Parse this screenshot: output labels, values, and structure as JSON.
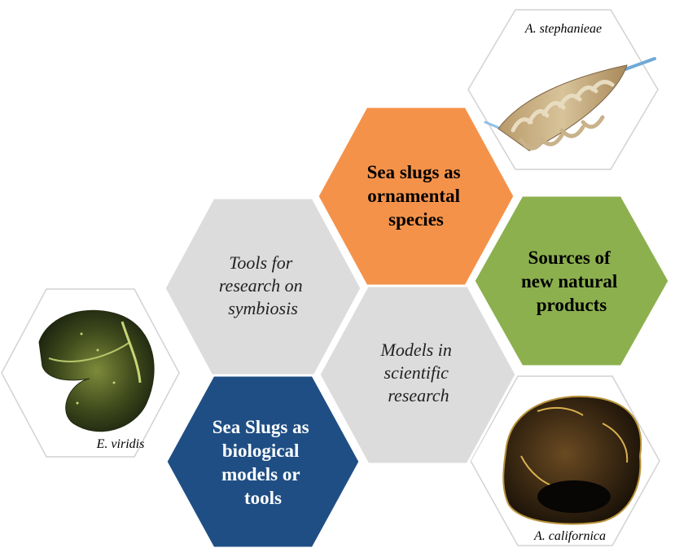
{
  "hexagons": {
    "ornamental": {
      "lines": [
        "Sea slugs as",
        "ornamental",
        "species"
      ],
      "fill": "#F5924A",
      "text_color": "#000000"
    },
    "natural_products": {
      "lines": [
        "Sources of",
        "new natural",
        "products"
      ],
      "fill": "#8CB04E",
      "text_color": "#000000"
    },
    "symbiosis": {
      "lines": [
        "Tools for",
        "research on",
        "symbiosis"
      ],
      "fill": "#DCDCDC",
      "text_color": "#222222"
    },
    "models_research": {
      "lines": [
        "Models in",
        "scientific",
        "research"
      ],
      "fill": "#DCDCDC",
      "text_color": "#222222"
    },
    "biological_models": {
      "lines": [
        "Sea Slugs as",
        "biological",
        "models or",
        "tools"
      ],
      "fill": "#1F4E84",
      "text_color": "#FFFFFF"
    }
  },
  "species": {
    "stephanieae": {
      "label": "A. stephanieae"
    },
    "viridis": {
      "label": "E. viridis"
    },
    "californica": {
      "label": "A. californica"
    }
  }
}
